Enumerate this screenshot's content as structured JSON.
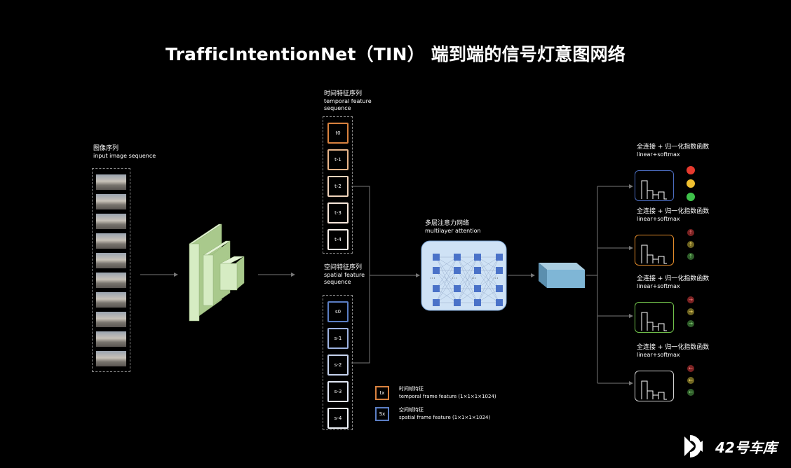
{
  "title": "TrafficIntentionNet（TIN） 端到端的信号灯意图网络",
  "input": {
    "label_cn": "图像序列",
    "label_en": "input image sequence"
  },
  "temporal": {
    "label_cn": "时间特征序列",
    "label_en1": "temporal feature",
    "label_en2": "sequence",
    "items": [
      "t0",
      "t-1",
      "t-2",
      "t-3",
      "t-4"
    ]
  },
  "spatial": {
    "label_cn": "空间特征序列",
    "label_en1": "spatial feature",
    "label_en2": "sequence",
    "items": [
      "s0",
      "s-1",
      "s-2",
      "s-3",
      "s-4"
    ]
  },
  "attention": {
    "label_cn": "多层注意力网络",
    "label_en": "multilayer attention"
  },
  "heads": [
    {
      "label_cn": "全连接 + 归一化指数函数",
      "label_en": "linear+softmax",
      "border": "#4a6bbd",
      "dots": [
        "#e63a2e",
        "#f0c030",
        "#3ec24a"
      ],
      "symbols": [
        "",
        "",
        ""
      ]
    },
    {
      "label_cn": "全连接 + 归一化指数函数",
      "label_en": "linear+softmax",
      "border": "#e08a2a",
      "dots": [
        "#7a2222",
        "#6e6420",
        "#2f5e2a"
      ],
      "symbols": [
        "↑",
        "↑",
        "↑"
      ]
    },
    {
      "label_cn": "全连接 + 归一化指数函数",
      "label_en": "linear+softmax",
      "border": "#6fbf4a",
      "dots": [
        "#7a2222",
        "#6e6420",
        "#2f5e2a"
      ],
      "symbols": [
        "→",
        "→",
        "→"
      ]
    },
    {
      "label_cn": "全连接 + 归一化指数函数",
      "label_en": "linear+softmax",
      "border": "#cfcfcf",
      "dots": [
        "#7a2222",
        "#6e6420",
        "#2f5e2a"
      ],
      "symbols": [
        "←",
        "←",
        "←"
      ]
    }
  ],
  "legend": {
    "temporal_box": "tx",
    "temporal_cn": "时间帧特征",
    "temporal_en": "temporal frame feature (1×1×1×1024)",
    "spatial_box": "Sx",
    "spatial_cn": "空间帧特征",
    "spatial_en": "spatial frame feature (1×1×1×1024)"
  },
  "brand": {
    "text": "42号车库"
  },
  "colors": {
    "temporal": "#d9823f",
    "spatial": "#5b7ec4",
    "cnn": "#cfeab6",
    "attention_bg": "#cfe2f5",
    "node": "#4a72c8",
    "tensor": "#6fa9c8"
  }
}
